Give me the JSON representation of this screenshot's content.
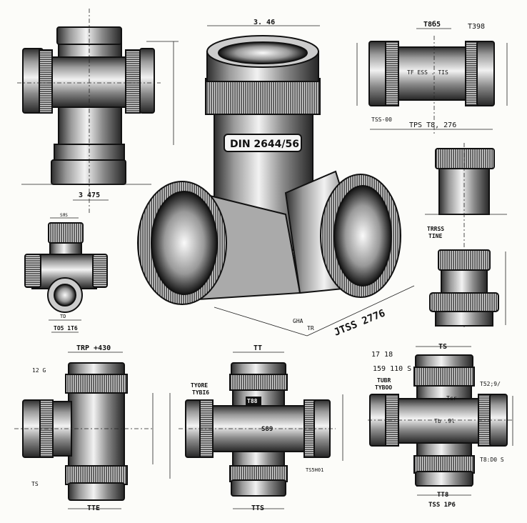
{
  "colors": {
    "ink": "#111111",
    "paper": "#fcfcf9",
    "metal_light": "#e8e8e8",
    "metal_dark": "#3a3a3a"
  },
  "drawings": {
    "top_left_cross": {
      "dimension": "3 475"
    },
    "center_elbow": {
      "top_dimension": "3. 46",
      "plate": "DIN 2644/56",
      "label_gha": "GHA",
      "label_tr": "TR",
      "base_dimension": "JTSS 2776"
    },
    "top_right_coupling": {
      "top_dimension": "T8б5",
      "top_right_dimension": "T398",
      "center_text": "TF ESS . TIS",
      "left_note": "TSS-00",
      "bottom_dimension": "TPS T8, 276"
    },
    "right_stack": {
      "note_line1": "TRRSS",
      "note_line2": "TINE"
    },
    "small_tee": {
      "top_dimension": "SЯS",
      "bottom_dimension": "TD",
      "caption": "TO5 1T6"
    },
    "bottom_left_tee": {
      "top_dimension": "TRP +430",
      "side_note": "12 G",
      "small_note": "TS",
      "bottom_dimension": "TTE"
    },
    "bottom_middle_cross": {
      "top_dimension": "TT",
      "note_line1": "TYORE",
      "note_line2": "TYBI6",
      "tag": "T88",
      "center_text": "S89",
      "side_note": "TS5H01",
      "bottom_dimension": "TTS"
    },
    "bottom_right_cross": {
      "top_dimension": "TS",
      "note_a": "17 18",
      "note_b": "159 110 S",
      "note_line1": "TUBR",
      "note_line2": "TYBOO",
      "side_note_top": "T52;9/",
      "inner_top": "Tcr",
      "center_text": "Tb .9l",
      "side_note_bottom": "T8:D0 S",
      "bottom_dimension": "TT8",
      "caption": "TSS 1P6"
    }
  }
}
